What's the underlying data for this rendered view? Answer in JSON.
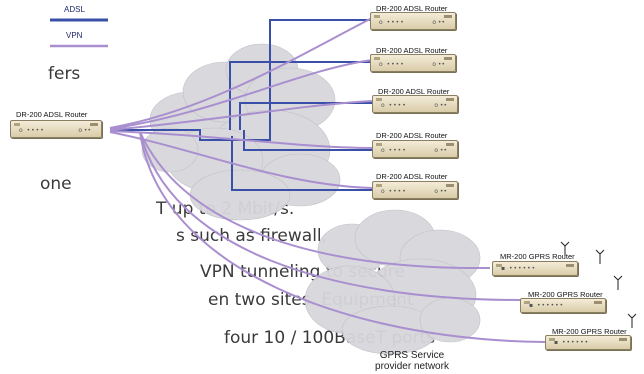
{
  "legend": {
    "items": [
      {
        "label": "ADSL",
        "color": "#3a4fa8"
      },
      {
        "label": "VPN",
        "color": "#a98fcf"
      }
    ]
  },
  "body_text": {
    "lines": [
      "fers",
      "one",
      "T up to 2 Mbit/s.",
      "s such as firewall,",
      "VPN tunneling to secure",
      "en two sites. Equipment",
      "four 10 / 100BaseT ports"
    ]
  },
  "routers": {
    "hub": {
      "label": "DR-200 ADSL Router"
    },
    "adsl": [
      {
        "label": "DR-200 ADSL Router"
      },
      {
        "label": "DR-200 ADSL Router"
      },
      {
        "label": "DR-200 ADSL Router"
      },
      {
        "label": "DR-200 ADSL Router"
      },
      {
        "label": "DR-200 ADSL Router"
      }
    ],
    "gprs": [
      {
        "label": "MR-200 GPRS Router"
      },
      {
        "label": "MR-200 GPRS Router"
      },
      {
        "label": "MR-200 GPRS Router"
      }
    ]
  },
  "clouds": {
    "gprs_caption_line1": "GPRS Service",
    "gprs_caption_line2": "provider network"
  },
  "colors": {
    "adsl_line": "#3a4fa8",
    "vpn_line": "#a98fcf",
    "cloud": "#d8d8dc"
  }
}
